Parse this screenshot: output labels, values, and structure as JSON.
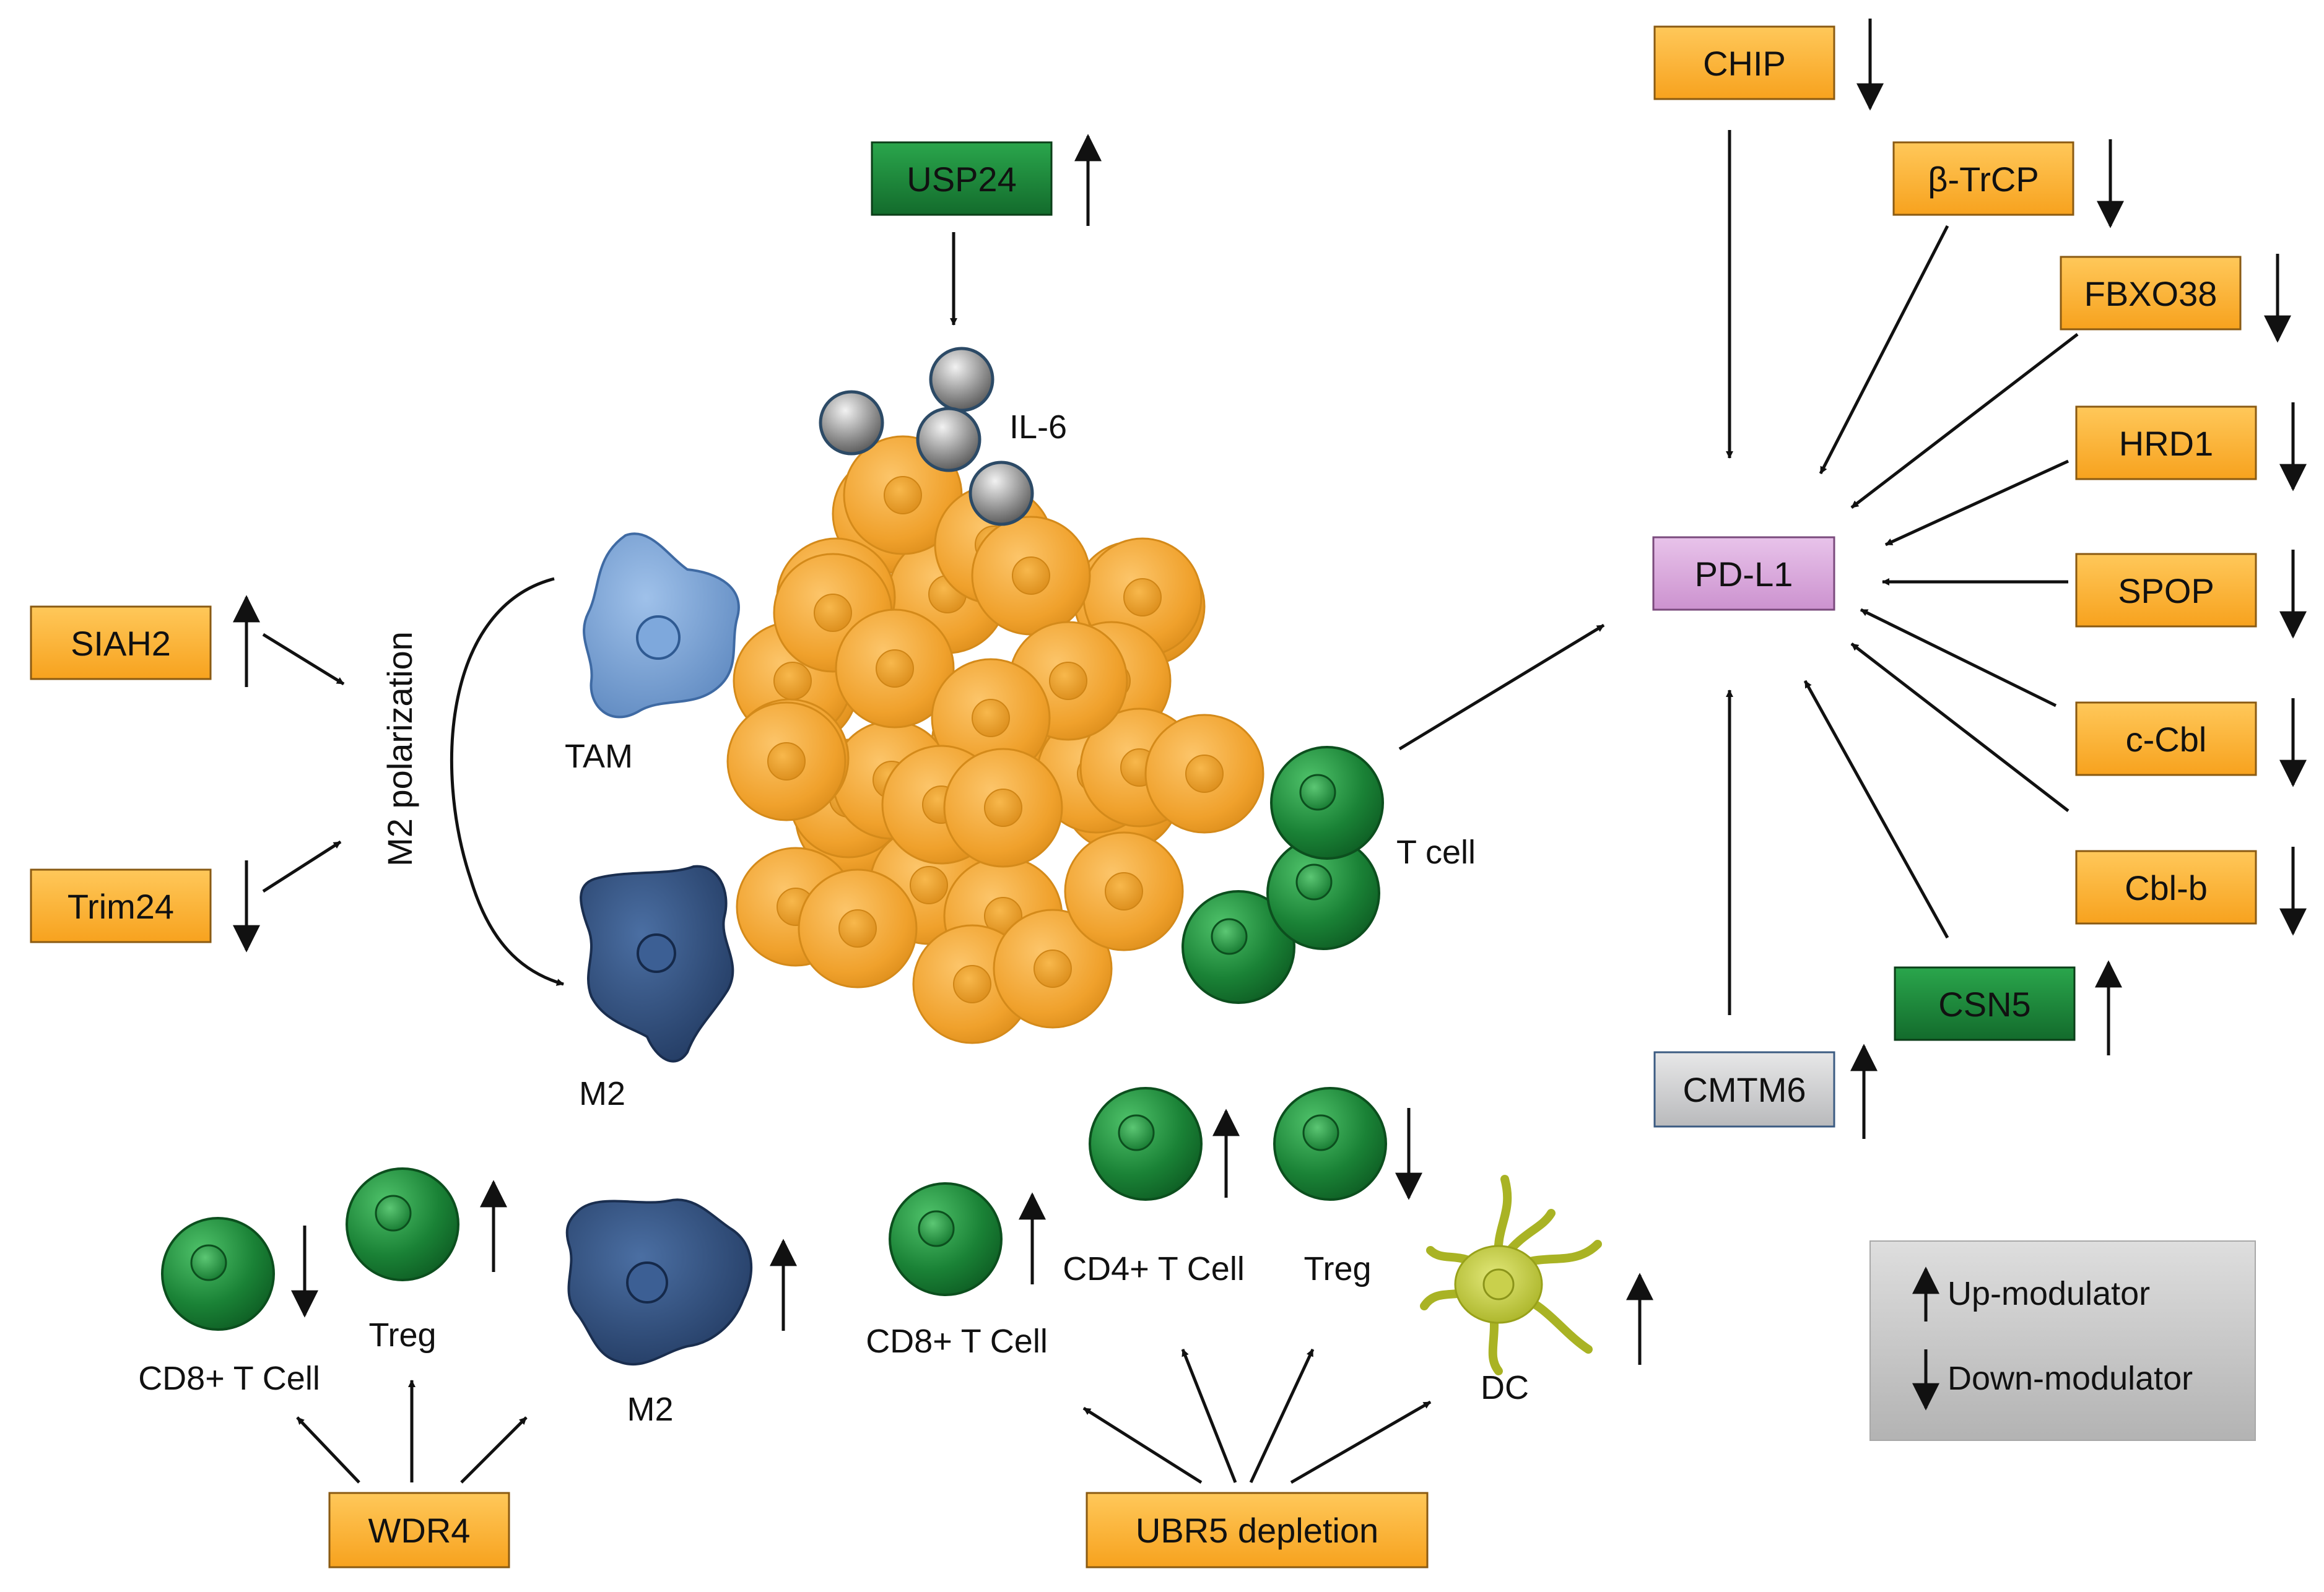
{
  "colors": {
    "orange_box": "#fbb040",
    "green_box": "#1e8a3e",
    "violet_box": "#d9a9dc",
    "grey_box": "#cfd0d2",
    "tumor_cell": "#f2a630",
    "t_cell": "#1a7a30",
    "tam": "#6f9bd0",
    "m2": "#2b4a78",
    "dc": "#b9c23a",
    "il6": "#8a8a8a",
    "legend_bg": "#c8c8c8"
  },
  "boxes": {
    "chip": "CHIP",
    "btrcp": "β-TrCP",
    "fbxo38": "FBXO38",
    "hrd1": "HRD1",
    "spop": "SPOP",
    "ccbl": "c-Cbl",
    "cblb": "Cbl-b",
    "csn5": "CSN5",
    "cmtm6": "CMTM6",
    "pdl1": "PD-L1",
    "usp24": "USP24",
    "siah2": "SIAH2",
    "trim24": "Trim24",
    "wdr4": "WDR4",
    "ubr5": "UBR5 depletion"
  },
  "labels": {
    "il6": "IL-6",
    "tam": "TAM",
    "m2_top": "M2",
    "m2_polarization": "M2 polarization",
    "t_cell": "T cell",
    "cd8_left": "CD8+ T Cell",
    "treg_left": "Treg",
    "m2_bottom": "M2",
    "cd8_right": "CD8+ T Cell",
    "cd4": "CD4+ T Cell",
    "treg_right": "Treg",
    "dc": "DC"
  },
  "legend": {
    "up": "Up-modulator",
    "down": "Down-modulator"
  }
}
